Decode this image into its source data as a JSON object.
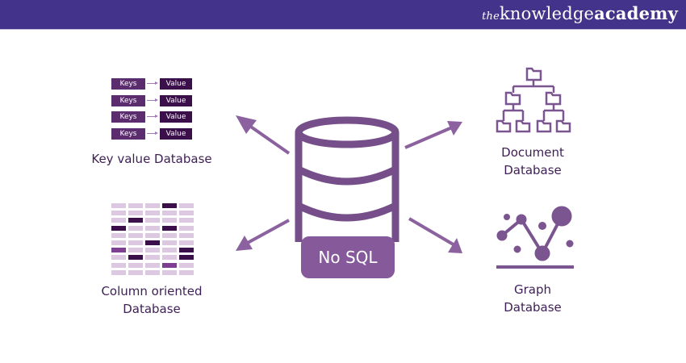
{
  "header": {
    "logo_the": "the",
    "logo_knowledge": "knowledge",
    "logo_academy": "academy",
    "background": "#44338a"
  },
  "center": {
    "label": "No SQL",
    "icon": "database-cylinder-icon",
    "color": "#764f8a"
  },
  "key_value": {
    "label": "Key value Database",
    "rows": [
      {
        "key": "Keys",
        "value": "Value"
      },
      {
        "key": "Keys",
        "value": "Value"
      },
      {
        "key": "Keys",
        "value": "Value"
      },
      {
        "key": "Keys",
        "value": "Value"
      }
    ]
  },
  "column_oriented": {
    "label_line1": "Column oriented",
    "label_line2": "Database",
    "grid": {
      "columns": 5,
      "rows": 10,
      "dark_cells": [
        [
          0,
          3
        ],
        [
          2,
          1
        ],
        [
          3,
          0
        ],
        [
          3,
          3
        ],
        [
          5,
          2
        ],
        [
          6,
          4
        ],
        [
          7,
          1
        ],
        [
          7,
          4
        ]
      ],
      "medium_cells": [
        [
          6,
          0
        ],
        [
          8,
          3
        ]
      ]
    }
  },
  "document": {
    "label_line1": "Document",
    "label_line2": "Database",
    "icon": "folder-tree-icon"
  },
  "graph": {
    "label_line1": "Graph",
    "label_line2": "Database",
    "icon": "graph-nodes-icon"
  },
  "colors": {
    "text": "#3e1f55",
    "arrow": "#8b629f",
    "icon": "#7a5590",
    "light_cell": "#dcc9e1",
    "dark_cell": "#3b0f4a",
    "medium_cell": "#7e3f93"
  }
}
